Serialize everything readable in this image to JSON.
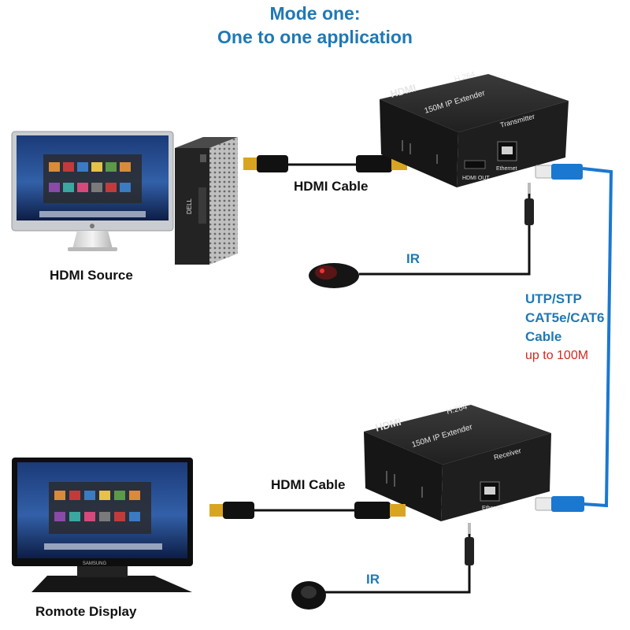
{
  "title": {
    "line1": "Mode one:",
    "line2": "One to one application"
  },
  "labels": {
    "hdmi_cable_top": "HDMI Cable",
    "hdmi_cable_bottom": "HDMI Cable",
    "hdmi_source": "HDMI Source",
    "remote_display": "Romote Display",
    "ir_top": "IR",
    "ir_bottom": "IR"
  },
  "cable_spec": {
    "line1": "UTP/STP",
    "line2": "CAT5e/CAT6",
    "line3": "Cable",
    "distance": "up to 100M"
  },
  "transmitter": {
    "brand": "HDMI",
    "codec": "H.264",
    "model": "150M IP Extender",
    "role": "Transmitter",
    "port1": "HDMI OUT",
    "port2": "Ethernet"
  },
  "receiver": {
    "brand": "HDMI",
    "codec": "H.264",
    "model": "150M IP Extender",
    "role": "Receiver",
    "port1": "Ethernet"
  },
  "pc_brand": "DELL",
  "monitor_brand": "SAMSUNG",
  "colors": {
    "title": "#1f79b5",
    "cable_blue": "#1a78d0",
    "distance_red": "#d22a1e",
    "device_body": "#1b1b1b"
  }
}
